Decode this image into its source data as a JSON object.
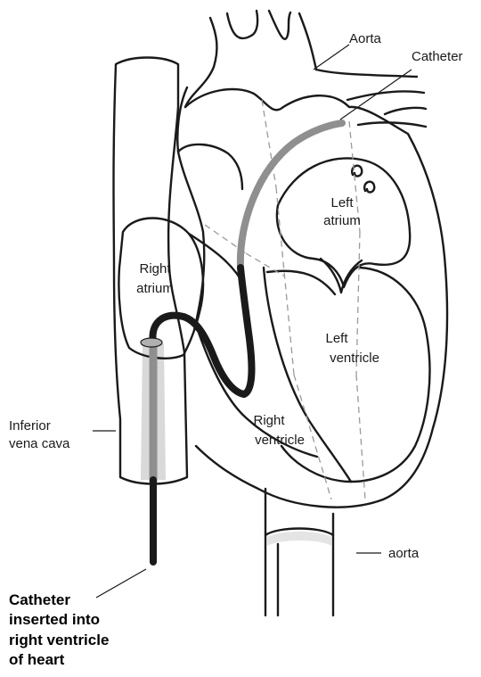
{
  "labels": {
    "aorta_top": "Aorta",
    "catheter": "Catheter",
    "left_atrium_line1": "Left",
    "left_atrium_line2": "atrium",
    "right_atrium_line1": "Right",
    "right_atrium_line2": "atrium",
    "left_ventricle_line1": "Left",
    "left_ventricle_line2": "ventricle",
    "right_ventricle_line1": "Right",
    "right_ventricle_line2": "ventricle",
    "ivc_line1": "Inferior",
    "ivc_line2": "vena cava",
    "aorta_bottom": "aorta"
  },
  "caption": {
    "line1": "Catheter",
    "line2": "inserted into",
    "line3": "right ventricle",
    "line4": "of heart"
  },
  "colors": {
    "outline": "#1a1a1a",
    "catheter_dark": "#1a1a1a",
    "catheter_grey": "#8f8f8f",
    "vessel_shade": "#d9d9d9",
    "dashed": "#9a9a9a"
  }
}
